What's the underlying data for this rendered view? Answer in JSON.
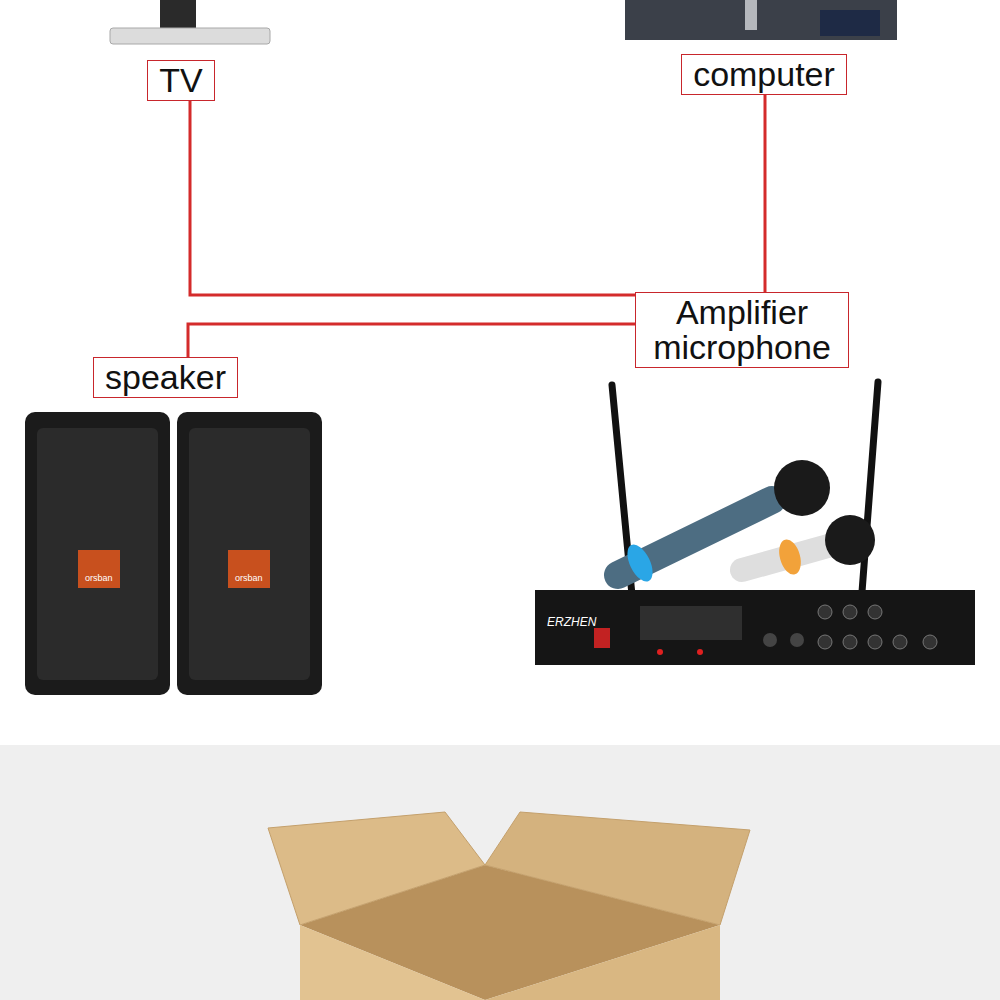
{
  "diagram": {
    "nodes": [
      {
        "text": [
          "TV"
        ]
      },
      {
        "text": [
          "computer"
        ]
      },
      {
        "text": [
          "Amplifier microphone"
        ]
      },
      {
        "text": [
          "speaker"
        ]
      }
    ],
    "edges": [
      {
        "from": 0,
        "to": 2,
        "arrow": "none"
      },
      {
        "from": 1,
        "to": 2,
        "arrow": "none"
      },
      {
        "from": 2,
        "to": 3,
        "arrow": "none"
      }
    ],
    "labels": [
      "orsban",
      "orsban",
      "ERZHEN"
    ]
  }
}
